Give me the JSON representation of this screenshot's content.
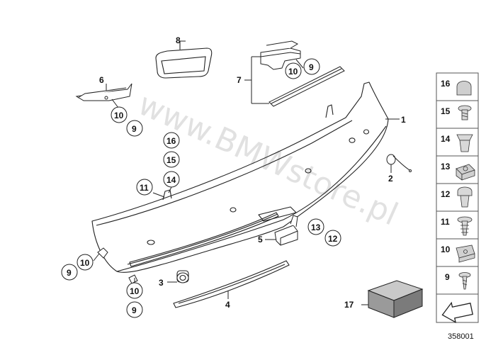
{
  "diagram": {
    "watermark": "www.BMWstore.pl",
    "catalog_id": "358001",
    "callouts": {
      "c1": "1",
      "c2": "2",
      "c3": "3",
      "c4": "4",
      "c5": "5",
      "c6": "6",
      "c7": "7",
      "c8": "8",
      "c9_a": "9",
      "c9_b": "9",
      "c9_c": "9",
      "c9_d": "9",
      "c10_a": "10",
      "c10_b": "10",
      "c10_c": "10",
      "c10_d": "10",
      "c11": "11",
      "c12": "12",
      "c13": "13",
      "c14": "14",
      "c15": "15",
      "c16": "16",
      "c17": "17"
    },
    "legend": [
      "16",
      "15",
      "14",
      "13",
      "12",
      "11",
      "10",
      "9"
    ]
  }
}
